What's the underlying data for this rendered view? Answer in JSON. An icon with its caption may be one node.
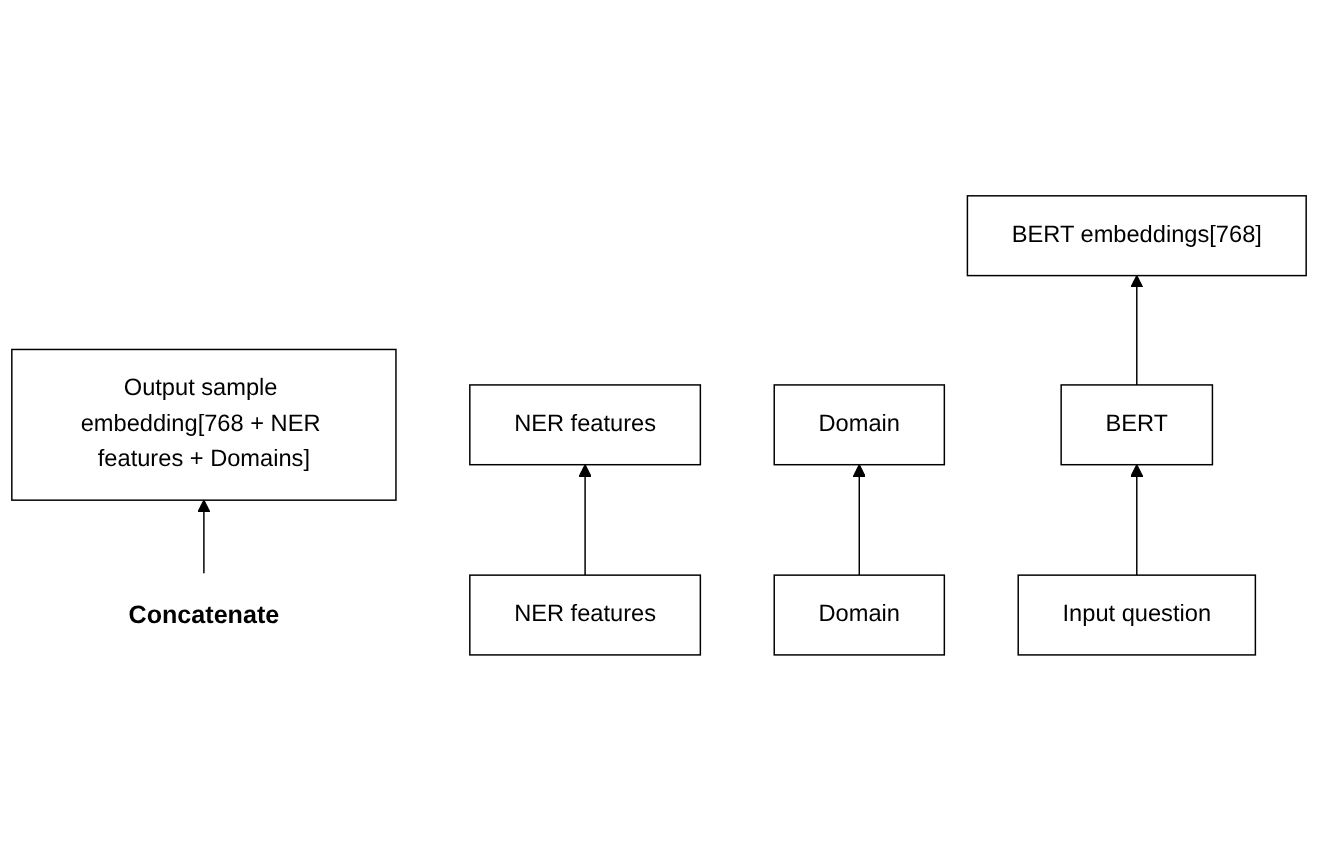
{
  "diagram": {
    "nodes": [
      {
        "text": [
          "Output sample embedding[768 + NER features + Domains]"
        ]
      },
      {
        "text": [
          "Concatenate"
        ]
      },
      {
        "text": [
          "BERT embeddings[768]"
        ]
      },
      {
        "text": [
          "NER features"
        ]
      },
      {
        "text": [
          "Domain"
        ]
      },
      {
        "text": [
          "BERT"
        ]
      },
      {
        "text": [
          "Input question"
        ]
      },
      {
        "text": [
          "NER features"
        ]
      },
      {
        "text": [
          "Domain"
        ]
      }
    ],
    "edges": [
      {
        "from": 1,
        "to": 0,
        "arrow": "to"
      },
      {
        "from": 5,
        "to": 2,
        "arrow": "to"
      },
      {
        "from": 6,
        "to": 5,
        "arrow": "to"
      },
      {
        "from": 7,
        "to": 3,
        "arrow": "to"
      },
      {
        "from": 8,
        "to": 4,
        "arrow": "to"
      }
    ]
  }
}
